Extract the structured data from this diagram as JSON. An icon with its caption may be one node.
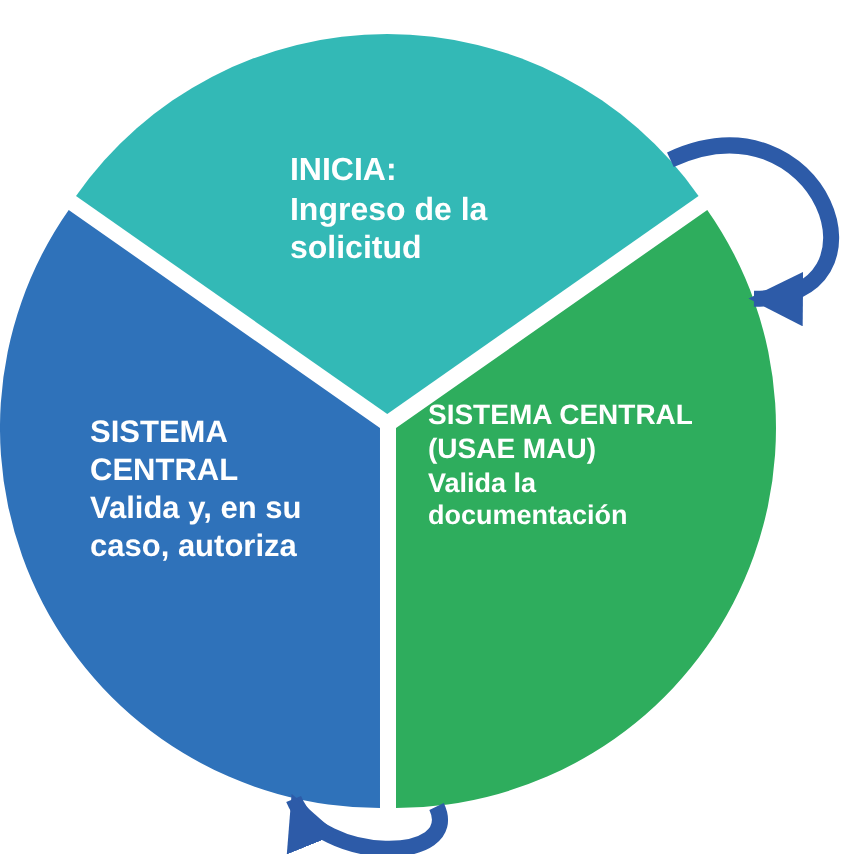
{
  "diagram": {
    "nodes": [
      {
        "text": [
          "INICIA:",
          "Ingreso de la solicitud"
        ]
      },
      {
        "text": [
          "SISTEMA CENTRAL (USAE MAU)",
          "Valida la documentación"
        ]
      },
      {
        "text": [
          "SISTEMA CENTRAL",
          "Valida y, en su caso, autoriza"
        ]
      }
    ],
    "edges": [
      {
        "from": 0,
        "to": 1,
        "arrow": "to"
      },
      {
        "from": 1,
        "to": 2,
        "arrow": "to"
      }
    ]
  }
}
